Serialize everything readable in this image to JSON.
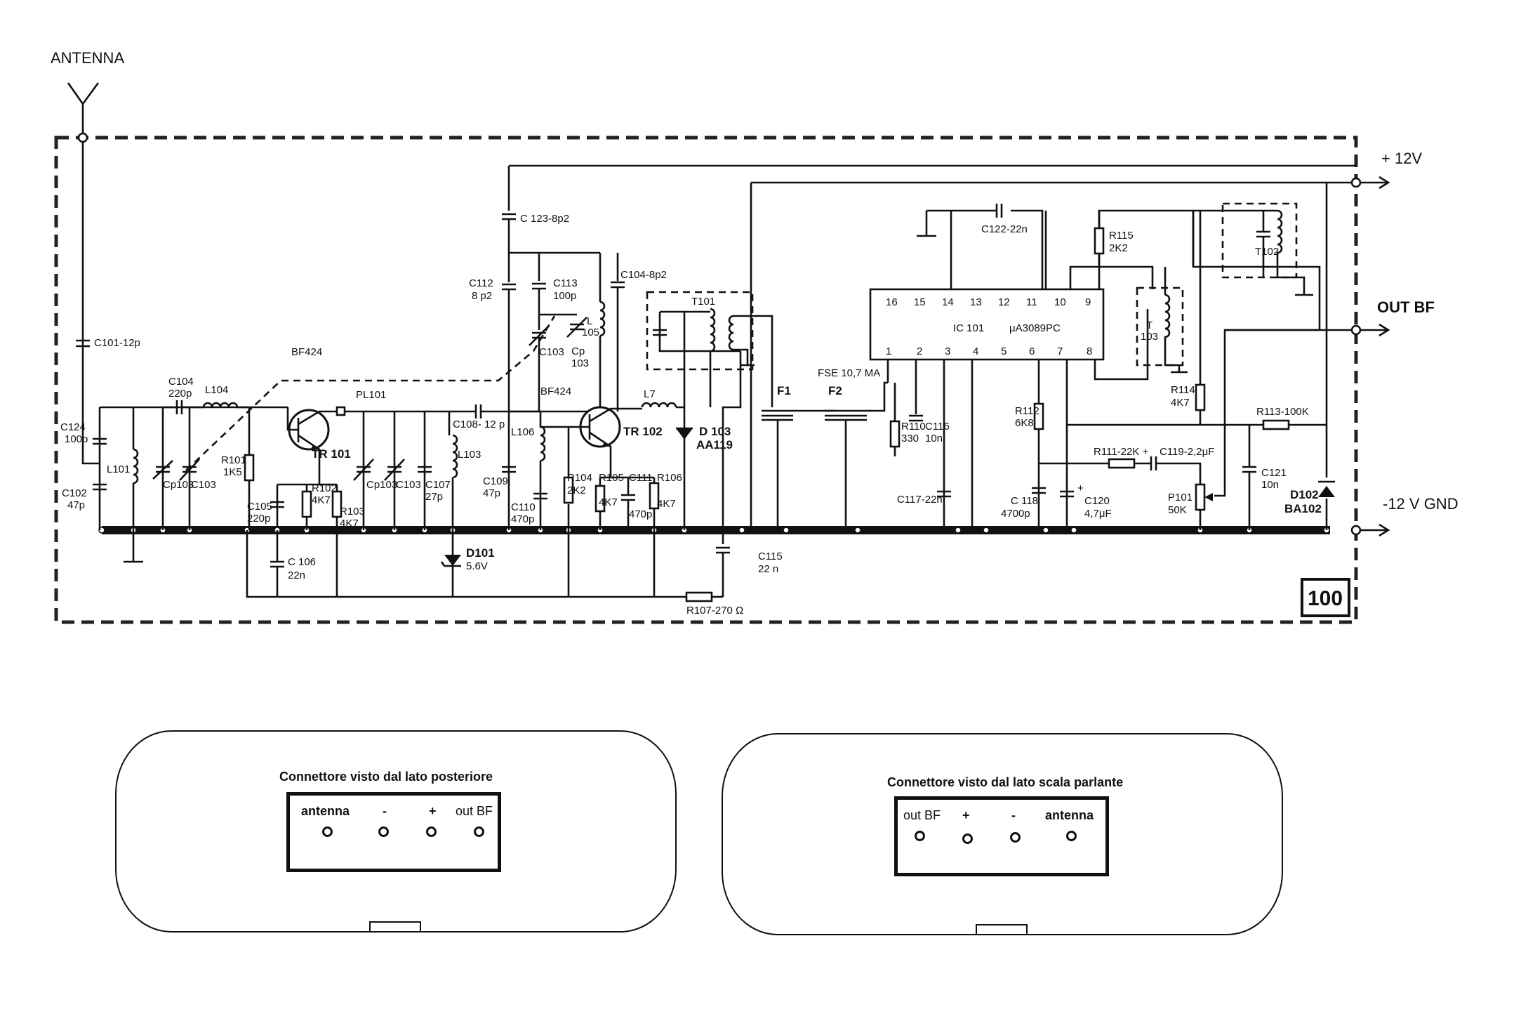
{
  "external": {
    "antenna": "ANTENNA",
    "plus12": "+ 12V",
    "outbf": "OUT BF",
    "gnd": "-12 V GND",
    "board_number": "100"
  },
  "components": {
    "c101": "C101-12p",
    "bf424_a": "BF424",
    "bf424_b": "BF424",
    "c104": "C104",
    "c104v": "220p",
    "l104": "L104",
    "c124": "C124",
    "c124v": "100p",
    "l101": "L101",
    "c102": "C102",
    "c102v": "47p",
    "cp103a": "Cp103",
    "c103a": "C103",
    "r101": "R101",
    "r101v": "1K5",
    "tr101": "TR 101",
    "pl101": "PL101",
    "r102": "R102",
    "r102v": "4K7",
    "r103": "R103",
    "r103v": "4K7",
    "c105": "C105",
    "c105v": "220p",
    "c106": "C 106",
    "c106v": "22n",
    "cp103b": "Cp103",
    "c103b": "C103",
    "c107": "C107",
    "c107v": "27p",
    "c108": "C108- 12 p",
    "l103": "L103",
    "d101": "D101",
    "d101v": "5.6V",
    "c123": "C 123-8p2",
    "c112": "C112",
    "c112v": "8 p2",
    "c113": "C113",
    "c113v": "100p",
    "c104b": "C104-8p2",
    "l105": "L",
    "l105v": "105",
    "c103c": "C103",
    "cp103c": "Cp",
    "cp103cv": "103",
    "l106": "L106",
    "c109": "C109",
    "c109v": "47p",
    "c110": "C110",
    "c110v": "470p",
    "tr102": "TR 102",
    "r104": "R104",
    "r104v": "2K2",
    "r105": "R105",
    "r105v": "4K7",
    "c111": "C111",
    "c111v": "470p",
    "r106": "R106",
    "r106v": "4K7",
    "l7": "L7",
    "d103": "D 103",
    "d103v": "AA119",
    "t101": "T101",
    "r107": "R107-270 Ω",
    "c115": "C115",
    "c115v": "22 n",
    "f1": "F1",
    "f2": "F2",
    "fse": "FSE 10,7 MA",
    "r110": "R110",
    "r110v": "330",
    "c116": "C116",
    "c116v": "10n",
    "c117": "C117-22n",
    "ic_name": "IC 101",
    "ic_part": "μA3089PC",
    "ic_pins_top": [
      "16",
      "15",
      "14",
      "13",
      "12",
      "11",
      "10",
      "9"
    ],
    "ic_pins_bottom": [
      "1",
      "2",
      "3",
      "4",
      "5",
      "6",
      "7",
      "8"
    ],
    "c122": "C122-22n",
    "r115": "R115",
    "r115v": "2K2",
    "t102": "T102",
    "t103": "T",
    "t103v": "103",
    "r114": "R114",
    "r114v": "4K7",
    "r112": "R112",
    "r112v": "6K8",
    "r113": "R113-100K",
    "r111": "R111-22K",
    "c119": "C119-2,2μF",
    "c119plus": "+",
    "c118": "C 118",
    "c118v": "4700p",
    "c120": "C120",
    "c120v": "4,7μF",
    "c120plus": "+",
    "p101": "P101",
    "p101v": "50K",
    "c121": "C121",
    "c121v": "10n",
    "d102": "D102",
    "d102v": "BA102"
  },
  "connector_rear": {
    "title": "Connettore visto dal lato  posteriore",
    "pins": [
      "antenna",
      "-",
      "+",
      "out BF"
    ]
  },
  "connector_front": {
    "title": "Connettore visto dal lato scala parlante",
    "pins": [
      "out BF",
      "+",
      "-",
      "antenna"
    ]
  },
  "icons": [
    "antenna-icon",
    "transistor-icon",
    "capacitor-icon",
    "inductor-icon",
    "resistor-icon",
    "diode-icon",
    "ground-icon",
    "connector-terminal-icon"
  ]
}
